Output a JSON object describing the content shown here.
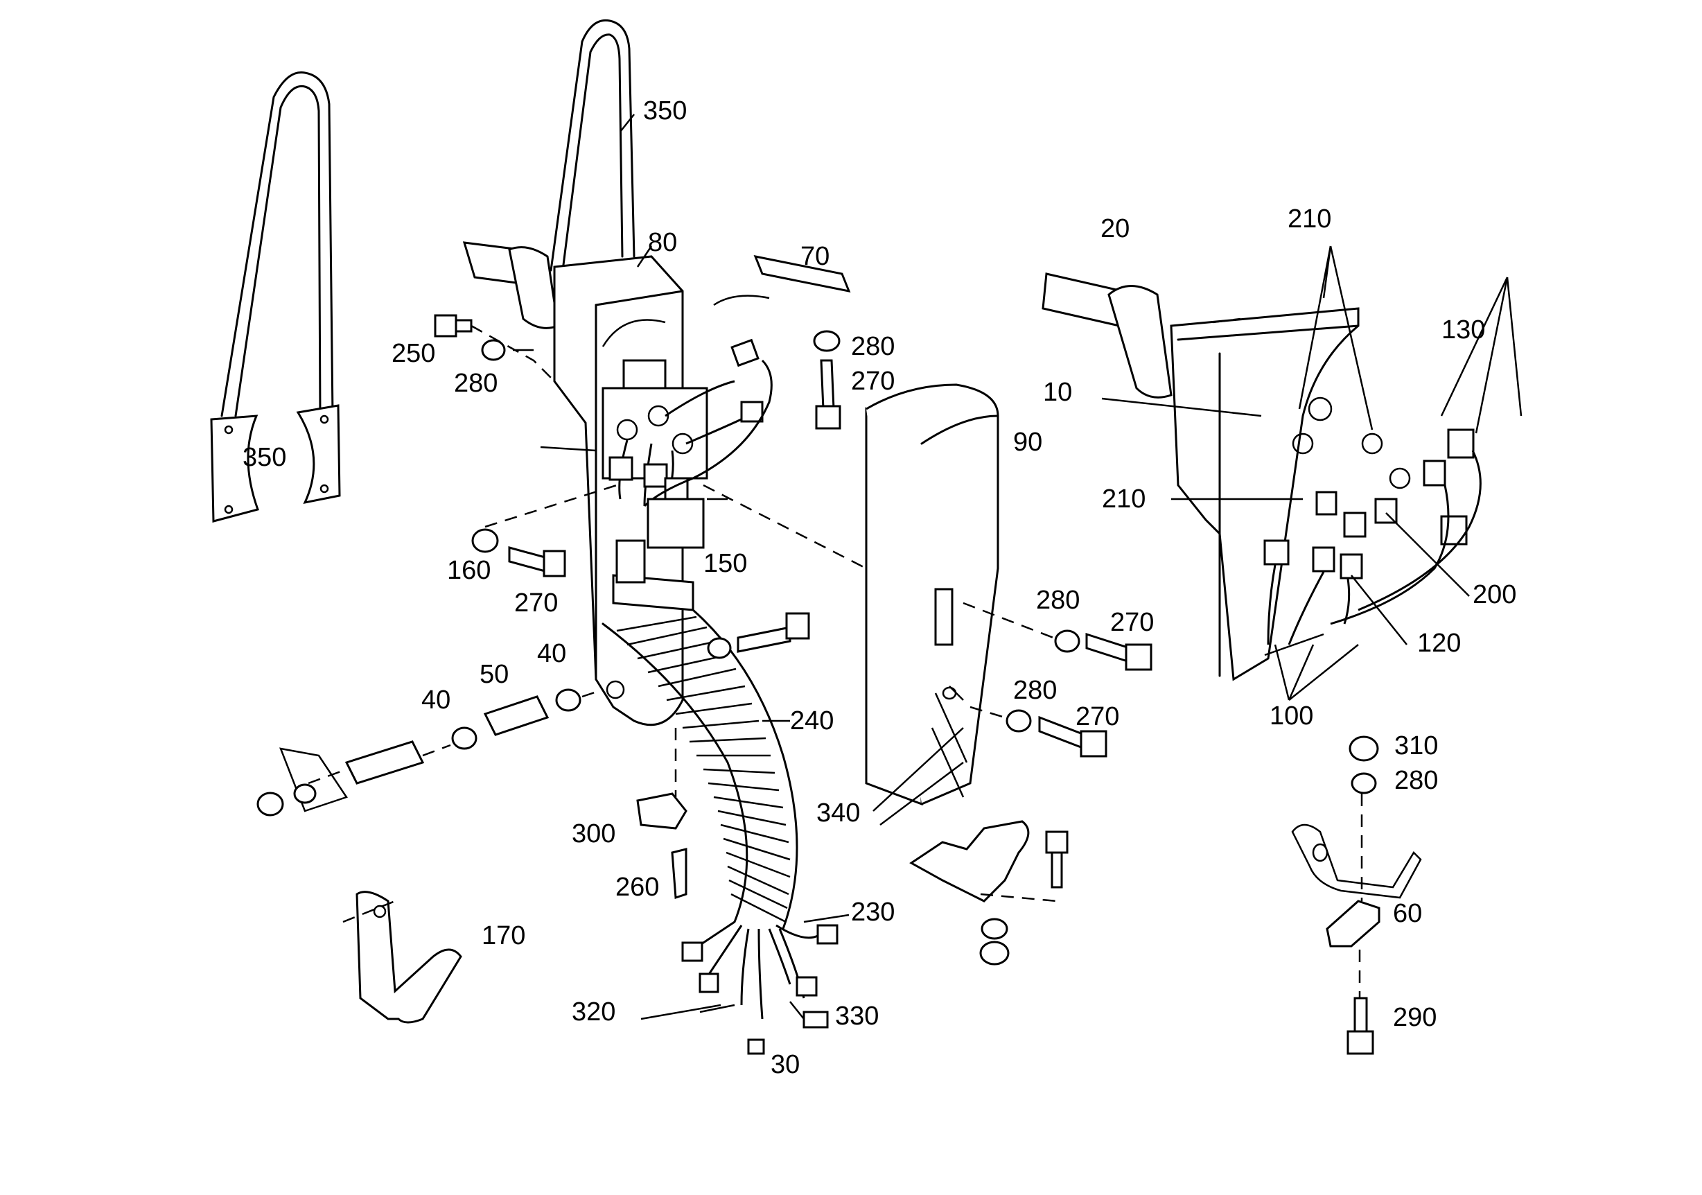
{
  "callouts": {
    "c350a": "350",
    "c350b": "350",
    "c80": "80",
    "c70": "70",
    "c280a": "280",
    "c270a": "270",
    "c250": "250",
    "c280b": "280",
    "c90": "90",
    "c160": "160",
    "c150": "150",
    "c270b": "270",
    "c40a": "40",
    "c50": "50",
    "c40b": "40",
    "c240": "240",
    "c280c": "280",
    "c270c": "270",
    "c280d": "280",
    "c270d": "270",
    "c340": "340",
    "c300": "300",
    "c260": "260",
    "c230": "230",
    "c170": "170",
    "c320": "320",
    "c330": "330",
    "c30": "30",
    "c20": "20",
    "c210a": "210",
    "c130": "130",
    "c10": "10",
    "c210b": "210",
    "c200": "200",
    "c120": "120",
    "c100": "100",
    "c310": "310",
    "c280e": "280",
    "c60": "60",
    "c290": "290"
  }
}
